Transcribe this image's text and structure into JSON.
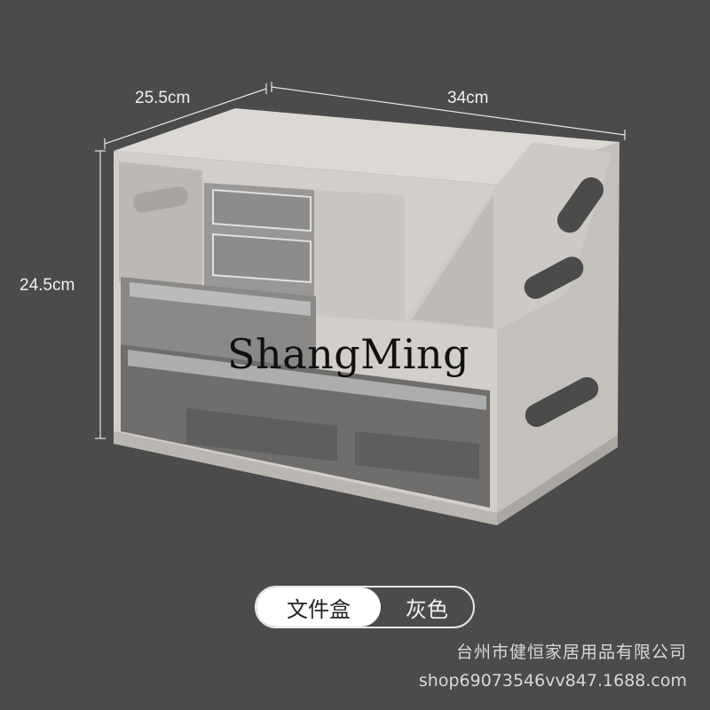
{
  "dimensions": {
    "depth": "25.5cm",
    "width": "34cm",
    "height": "24.5cm"
  },
  "watermark": "ShangMing",
  "variant": {
    "type_label": "文件盒",
    "color_label": "灰色"
  },
  "seller": {
    "company": "台州市健恒家居用品有限公司",
    "shop_url": "shop69073546vv847.1688.com"
  },
  "colors": {
    "background": "#4b4b4b",
    "product_gray": "#cfcbc7"
  }
}
